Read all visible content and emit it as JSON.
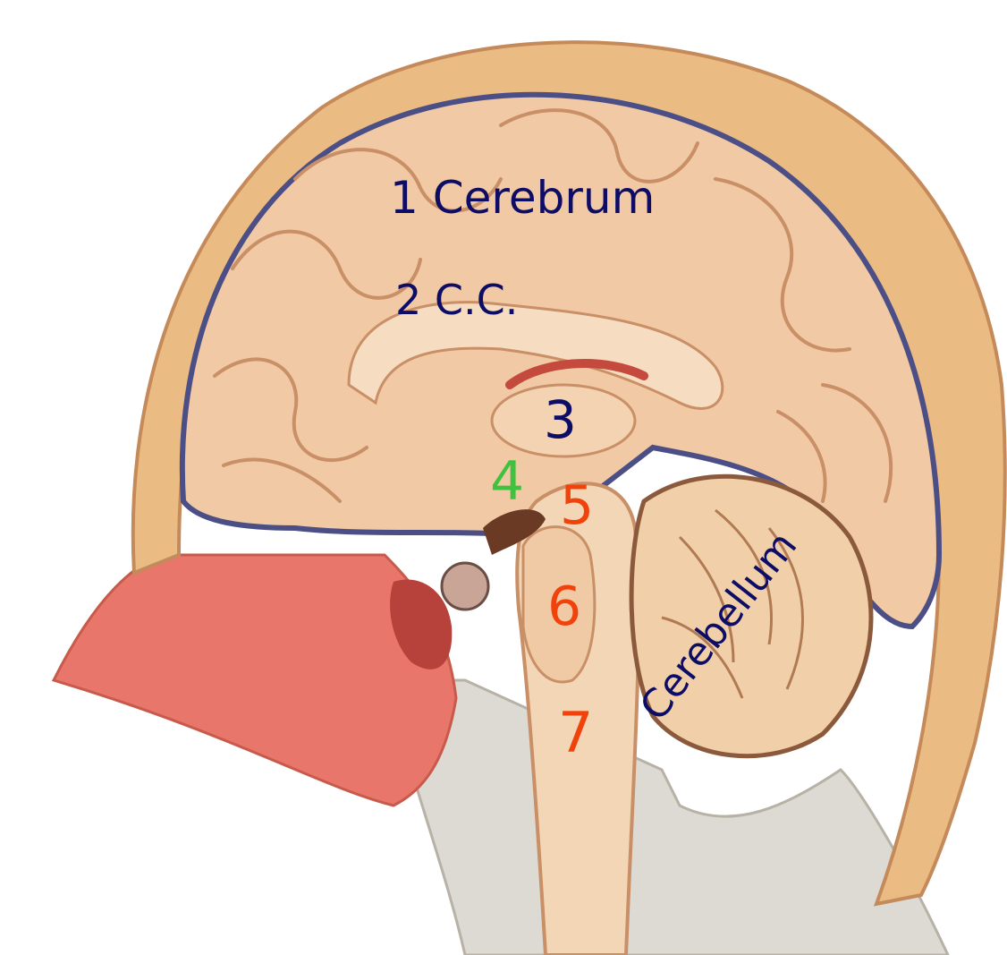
{
  "labels": {
    "cerebrum": {
      "text": "1 Cerebrum",
      "color": "#0d0d66"
    },
    "corpus_callosum": {
      "text": "2 C.C.",
      "color": "#0d0d66"
    },
    "thalamus": {
      "text": "3",
      "color": "#0d0d66"
    },
    "hypothalamus": {
      "text": "4",
      "color": "#3fc23f"
    },
    "midbrain": {
      "text": "5",
      "color": "#f2420c"
    },
    "pons": {
      "text": "6",
      "color": "#f2420c"
    },
    "medulla": {
      "text": "7",
      "color": "#f2420c"
    },
    "cerebellum": {
      "text": "Cerebellum",
      "color": "#0d0d66"
    }
  },
  "palette": {
    "background": "#ffffff",
    "brain_tissue": "#efc7a0",
    "gyrus_outline": "#c98f66",
    "dura_line": "#4b4f86",
    "scalp_bone": "#e9b981",
    "face_tissue": "#e9776b",
    "neck_tissue": "#d8d6cf"
  }
}
